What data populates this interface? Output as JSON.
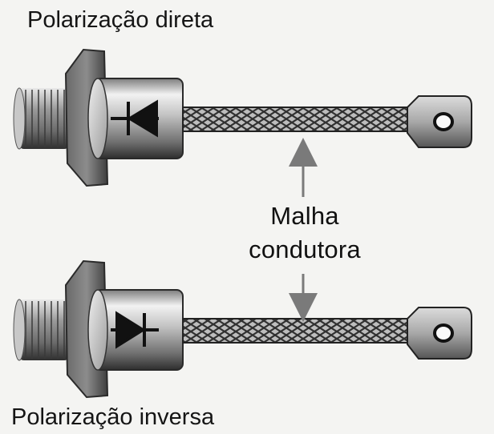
{
  "labels": {
    "direct": "Polarização direta",
    "inverse": "Polarização inversa",
    "mesh_line1": "Malha",
    "mesh_line2": "condutora"
  }
}
